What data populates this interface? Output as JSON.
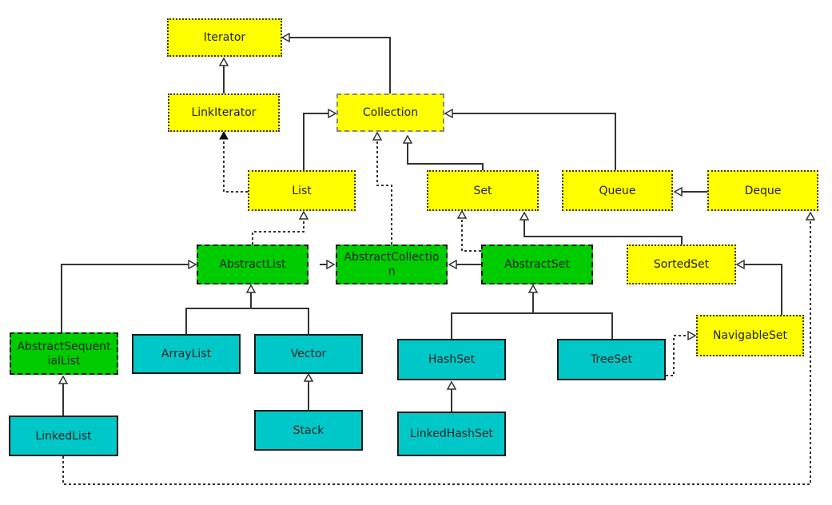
{
  "nodes": {
    "iterator": "Iterator",
    "link_iterator": "LinkIterator",
    "collection": "Collection",
    "list": "List",
    "set": "Set",
    "queue": "Queue",
    "deque": "Deque",
    "abstract_list": "AbstractList",
    "abstract_collection": "AbstractCollection",
    "abstract_set": "AbstractSet",
    "sorted_set": "SortedSet",
    "abstract_sequential_list": "AbstractSequentialList",
    "array_list": "ArrayList",
    "vector": "Vector",
    "hash_set": "HashSet",
    "tree_set": "TreeSet",
    "navigable_set": "NavigableSet",
    "linked_list": "LinkedList",
    "stack": "Stack",
    "linked_hash_set": "LinkedHashSet"
  },
  "colors": {
    "interface": "#ffff00",
    "abstract_class": "#00cc00",
    "concrete_class": "#00c8c8",
    "line": "#333333"
  }
}
